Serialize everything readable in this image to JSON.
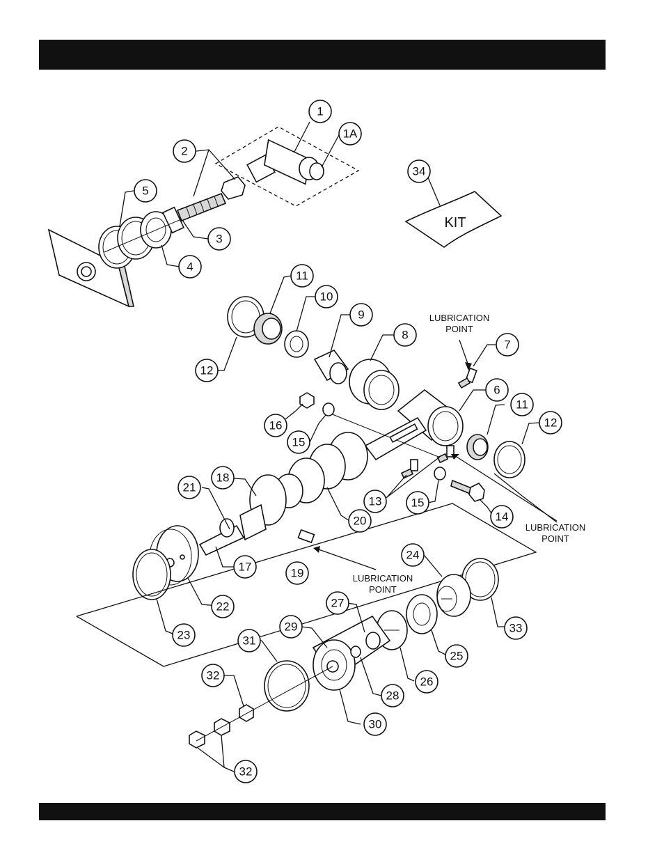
{
  "header": {
    "title": ""
  },
  "footer": {
    "text": ""
  },
  "kit": {
    "label": "KIT",
    "callout": "34"
  },
  "notes": {
    "lubrication_top": [
      "LUBRICATION",
      "POINT"
    ],
    "lubrication_right": [
      "LUBRICATION",
      "POINT"
    ],
    "lubrication_bottom": [
      "LUBRICATION",
      "POINT"
    ]
  },
  "callouts": [
    "1",
    "1A",
    "2",
    "3",
    "4",
    "5",
    "6",
    "7",
    "8",
    "9",
    "10",
    "11",
    "12",
    "11",
    "12",
    "13",
    "14",
    "15",
    "15",
    "16",
    "17",
    "18",
    "19",
    "20",
    "21",
    "22",
    "23",
    "24",
    "25",
    "26",
    "27",
    "28",
    "29",
    "30",
    "31",
    "32",
    "32",
    "33"
  ]
}
